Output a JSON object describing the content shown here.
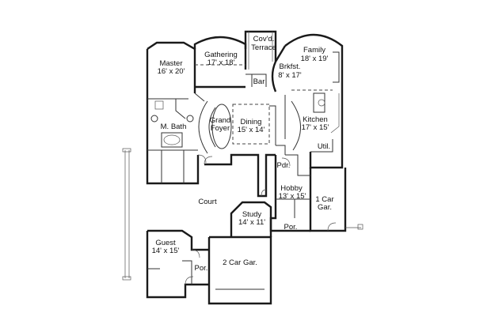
{
  "rooms": {
    "covd_terrace": {
      "name_line1": "Cov'd.",
      "name_line2": "Terrace"
    },
    "family": {
      "name": "Family",
      "size": "18' x 19'"
    },
    "gathering": {
      "name": "Gathering",
      "size": "17' x 18'"
    },
    "master": {
      "name": "Master",
      "size": "16' x 20'"
    },
    "brkfst": {
      "name": "Brkfst.",
      "size": "8' x 17'"
    },
    "bar": {
      "name": "Bar"
    },
    "kitchen": {
      "name": "Kitchen",
      "size": "17' x 15'"
    },
    "dining": {
      "name": "Dining",
      "size": "15' x 14'"
    },
    "grand_foyer": {
      "name_line1": "Grand",
      "name_line2": "Foyer"
    },
    "m_bath": {
      "name": "M. Bath"
    },
    "util": {
      "name": "Util."
    },
    "pdr": {
      "name": "Pdr."
    },
    "hobby": {
      "name": "Hobby",
      "size": "13' x 15'"
    },
    "one_car_gar": {
      "name_line1": "1 Car",
      "name_line2": "Gar."
    },
    "court": {
      "name": "Court"
    },
    "study": {
      "name": "Study",
      "size": "14' x 11'"
    },
    "por_right": {
      "name": "Por."
    },
    "guest": {
      "name": "Guest",
      "size": "14' x 15'"
    },
    "two_car_gar": {
      "name": "2 Car Gar."
    },
    "por_left": {
      "name": "Por."
    }
  }
}
